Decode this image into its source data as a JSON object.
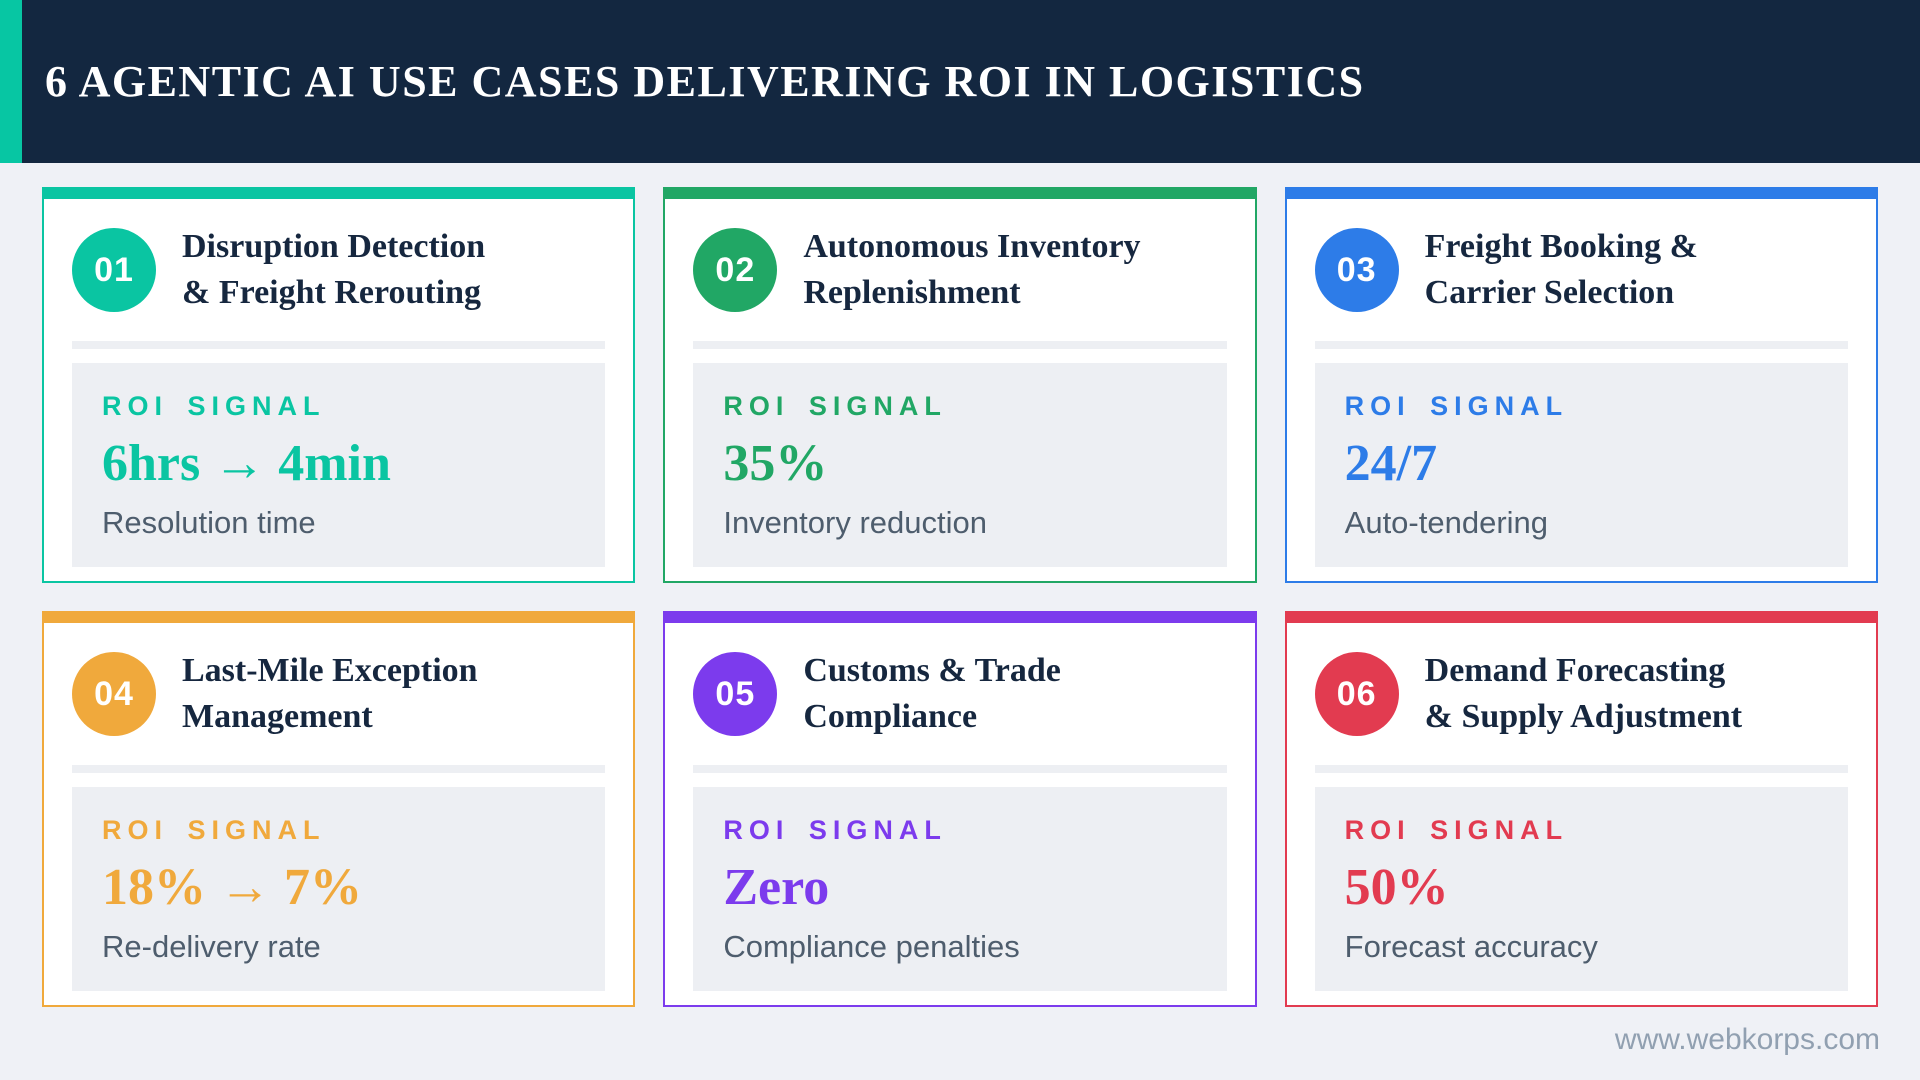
{
  "header": {
    "title": "6 AGENTIC AI USE CASES DELIVERING ROI IN LOGISTICS",
    "background_color": "#132740",
    "accent_color": "#07C6A3",
    "text_color": "#FFFFFF"
  },
  "cards": [
    {
      "number": "01",
      "title": "Disruption Detection\n& Freight Rerouting",
      "roi_label": "ROI SIGNAL",
      "roi_value": "6hrs → 4min",
      "roi_caption": "Resolution time",
      "accent_color": "#0AC5A2"
    },
    {
      "number": "02",
      "title": "Autonomous Inventory\nReplenishment",
      "roi_label": "ROI SIGNAL",
      "roi_value": "35%",
      "roi_caption": "Inventory reduction",
      "accent_color": "#21A765"
    },
    {
      "number": "03",
      "title": "Freight Booking &\nCarrier Selection",
      "roi_label": "ROI SIGNAL",
      "roi_value": "24/7",
      "roi_caption": "Auto-tendering",
      "accent_color": "#2D7CE8"
    },
    {
      "number": "04",
      "title": "Last-Mile Exception\nManagement",
      "roi_label": "ROI SIGNAL",
      "roi_value": "18% → 7%",
      "roi_caption": "Re-delivery rate",
      "accent_color": "#F0A93C"
    },
    {
      "number": "05",
      "title": "Customs & Trade\nCompliance",
      "roi_label": "ROI SIGNAL",
      "roi_value": "Zero",
      "roi_caption": "Compliance penalties",
      "accent_color": "#7C3BED"
    },
    {
      "number": "06",
      "title": "Demand Forecasting\n& Supply Adjustment",
      "roi_label": "ROI SIGNAL",
      "roi_value": "50%",
      "roi_caption": "Forecast accuracy",
      "accent_color": "#E23B50"
    }
  ],
  "footer": {
    "website": "www.webkorps.com"
  }
}
